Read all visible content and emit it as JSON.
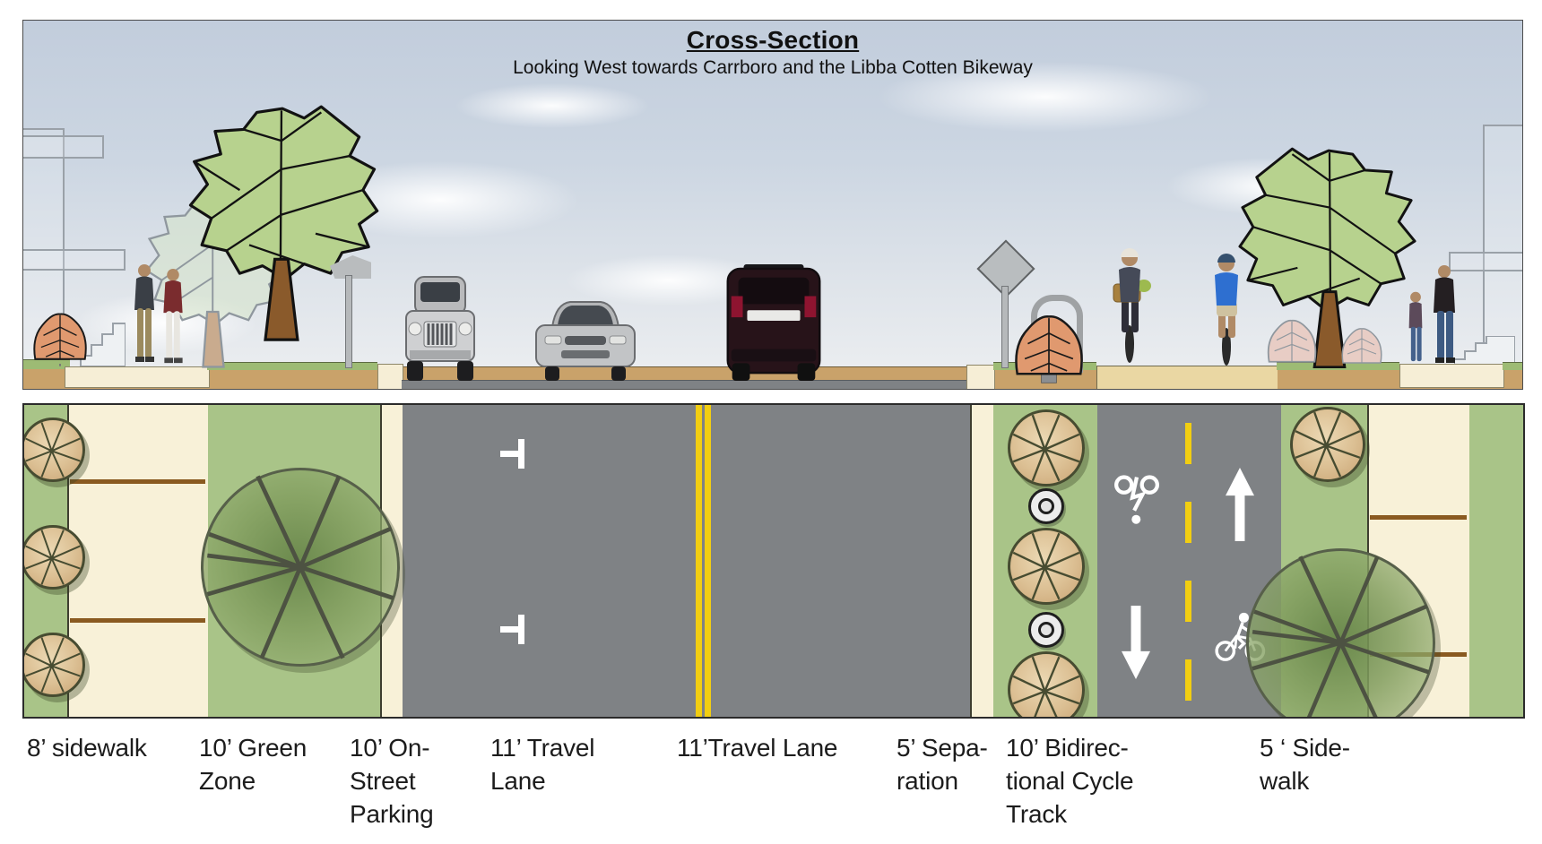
{
  "header": {
    "title": "Cross-Section ",
    "subtitle": "Looking West towards Carrboro and the Libba Cotten Bikeway"
  },
  "zones": [
    {
      "id": "sidewalk-left",
      "label_lines": [
        "8’ sidewalk"
      ]
    },
    {
      "id": "green-zone",
      "label_lines": [
        "10’ Green",
        "Zone"
      ]
    },
    {
      "id": "on-street-parking",
      "label_lines": [
        "10’  On-",
        "Street",
        "Parking"
      ]
    },
    {
      "id": "travel-lane-west",
      "label_lines": [
        "11’ Travel",
        "Lane"
      ]
    },
    {
      "id": "travel-lane-east",
      "label_lines": [
        "11’Travel Lane"
      ]
    },
    {
      "id": "separation",
      "label_lines": [
        "5’ Sepa-",
        "ration"
      ]
    },
    {
      "id": "cycle-track",
      "label_lines": [
        "10’ Bidirec-",
        "tional Cycle",
        "Track"
      ]
    },
    {
      "id": "sidewalk-right",
      "label_lines": [
        "5 ‘ Side-",
        "walk"
      ]
    }
  ],
  "colors": {
    "road_gray": "#7f8285",
    "lane_yellow": "#f2ce11",
    "grass_green": "#a9c488",
    "sidewalk_cream": "#f8f1d8",
    "ground_tan": "#c9a26a",
    "tree_canopy_green": "#b7d28e",
    "shrub_salmon": "#e0996f",
    "plan_tree_tan": "#d9bc8e"
  }
}
